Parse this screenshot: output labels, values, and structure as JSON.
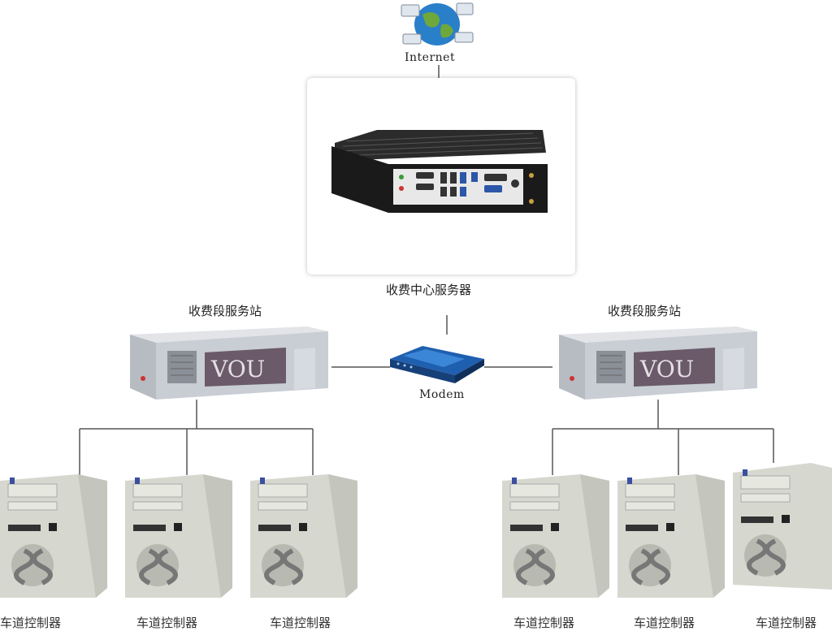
{
  "labels": {
    "internet": "Internet",
    "center_server": "收费中心服务器",
    "modem": "Modem",
    "station_left": "收费段服务站",
    "station_right": "收费段服务站",
    "lane_controllers": [
      "车道控制器",
      "车道控制器",
      "车道控制器",
      "车道控制器",
      "车道控制器",
      "车道控制器"
    ]
  },
  "colors": {
    "wire": "#555555",
    "globe_blue": "#2a7fc9",
    "land_green": "#6fa83a",
    "rack_body": "#c9cdd4",
    "tower_body": "#d6d8d0",
    "modem_blue": "#1f5fb0",
    "fanless_black": "#1a1a1a"
  },
  "icons": {
    "internet": "globe-icon",
    "center_server": "fanless-computer-icon",
    "modem": "modem-icon",
    "station": "rack-server-icon",
    "lane_controller": "tower-pc-icon"
  }
}
